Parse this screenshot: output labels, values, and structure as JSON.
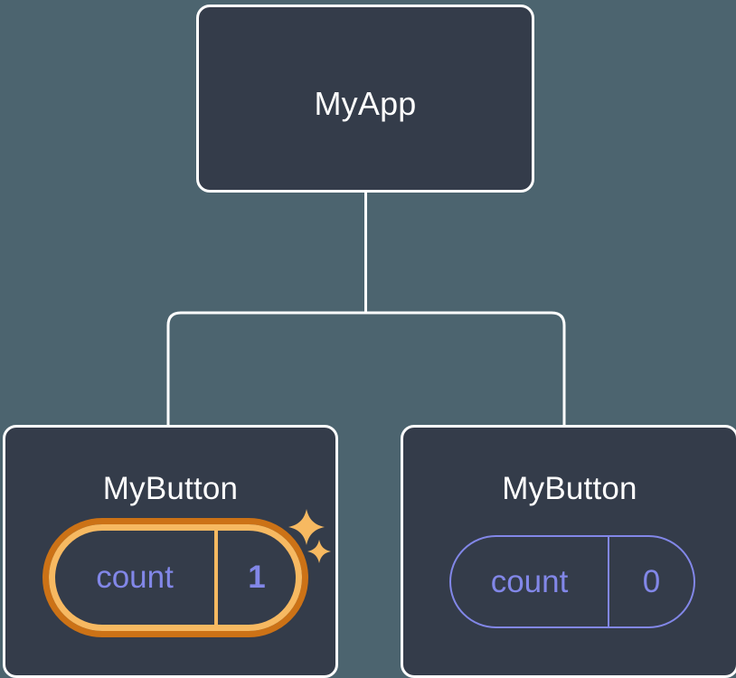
{
  "diagram": {
    "title": "React component tree with state change highlight",
    "background_color": "#4c646f",
    "node_fill_color": "#343c4a",
    "node_border_color": "#ffffff",
    "state_text_color": "#8287e8",
    "highlight_outer_color": "#cc7216",
    "highlight_inner_color": "#f7b961",
    "connector_color": "#ffffff"
  },
  "nodes": {
    "root": {
      "label": "MyApp"
    },
    "child_left": {
      "label": "MyButton",
      "state": {
        "key": "count",
        "value": "1",
        "highlighted": true
      },
      "sparkles": [
        {
          "name": "sparkle-large"
        },
        {
          "name": "sparkle-small"
        }
      ]
    },
    "child_right": {
      "label": "MyButton",
      "state": {
        "key": "count",
        "value": "0",
        "highlighted": false
      }
    }
  }
}
